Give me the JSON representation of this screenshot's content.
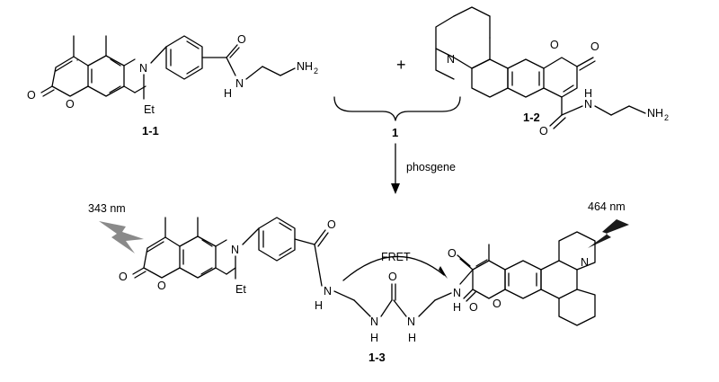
{
  "compounds": {
    "c1_1": "1-1",
    "c1_2": "1-2",
    "c1": "1",
    "c1_3": "1-3"
  },
  "plus": "+",
  "reagent": "phosgene",
  "fret": "FRET",
  "excitation": "343 nm",
  "emission": "464 nm",
  "atoms": {
    "O": "O",
    "N": "N",
    "NH": "N",
    "H": "H",
    "Et": "Et",
    "NH2": "NH",
    "sub2": "2"
  },
  "colors": {
    "bolt_light": "#8a8a8a",
    "bolt_dark": "#1a1a1a"
  },
  "icons": {
    "excitation": "lightning-bolt-icon",
    "emission": "lightning-bolt-icon"
  }
}
